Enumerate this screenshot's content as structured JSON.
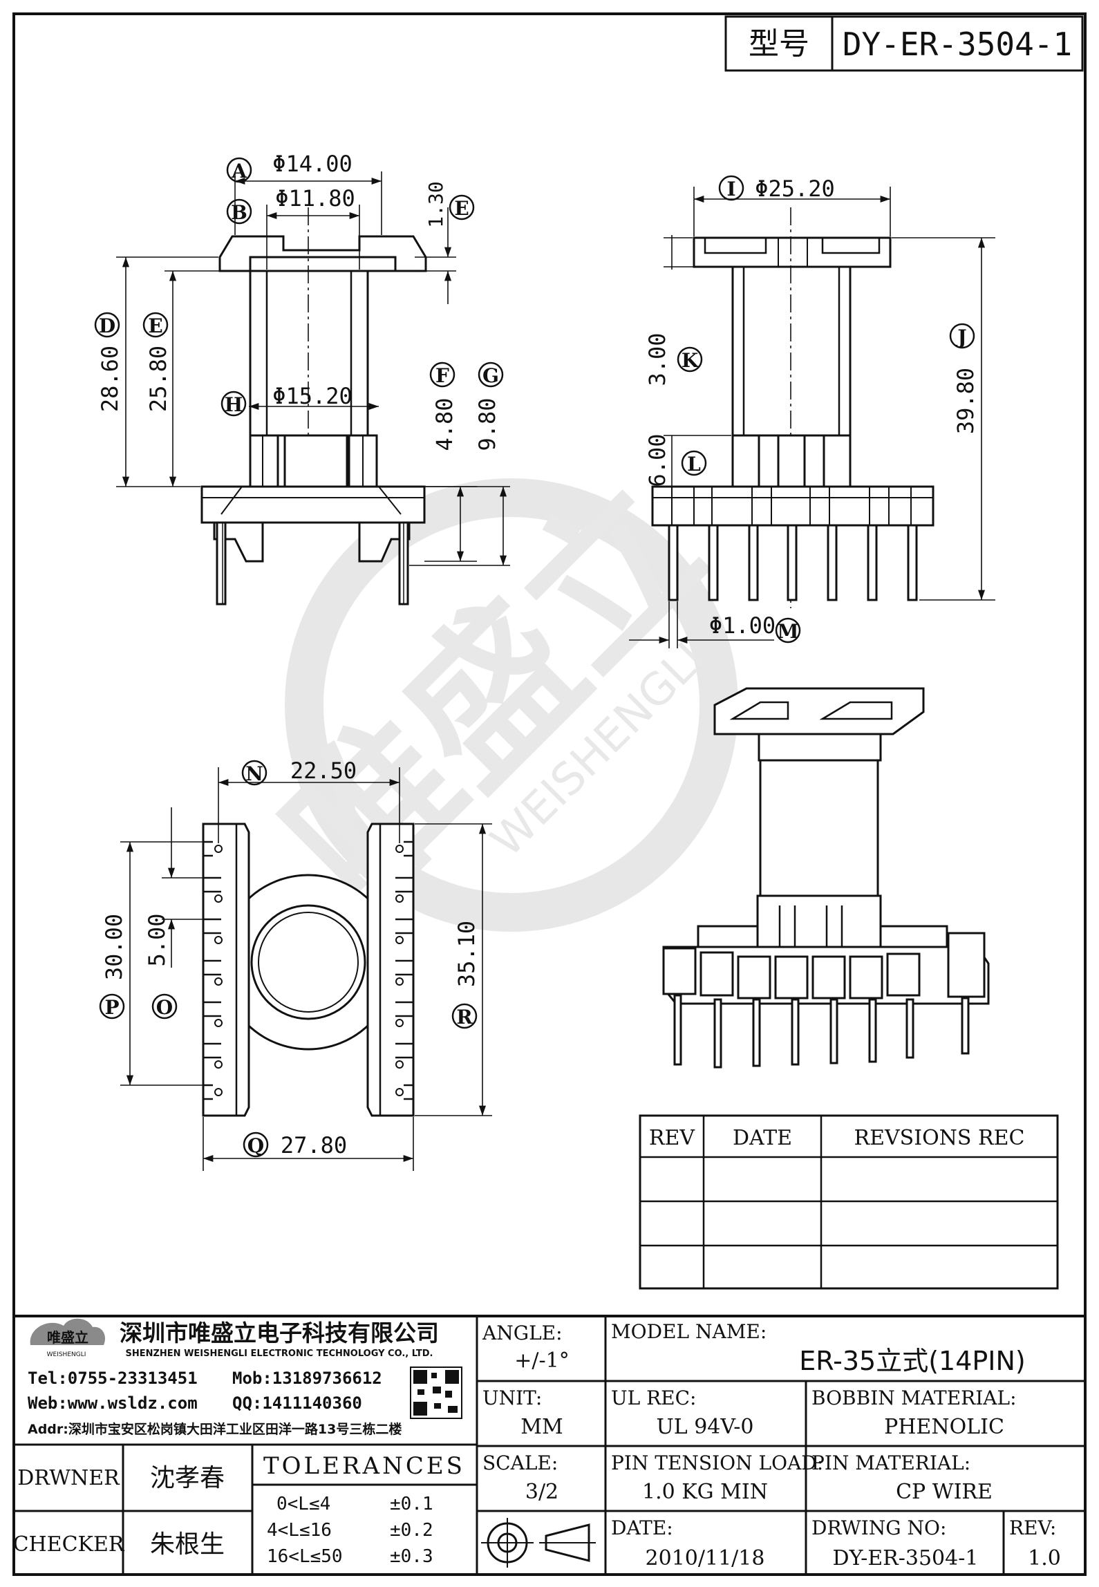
{
  "header": {
    "model_label": "型号",
    "model_value": "DY-ER-3504-1"
  },
  "watermark": {
    "brand": "唯盛立",
    "sub": "WEISHENGLI"
  },
  "front_view": {
    "dims": {
      "A": "Φ14.00",
      "B": "Φ11.80",
      "E_top": "1.30",
      "D": "28.60",
      "E": "25.80",
      "H": "Φ15.20",
      "F": "4.80",
      "G": "9.80"
    },
    "balloons": {
      "A": "A",
      "B": "B",
      "E_top": "E",
      "D": "D",
      "E": "E",
      "H": "H",
      "F": "F",
      "G": "G"
    }
  },
  "side_view": {
    "dims": {
      "I": "Φ25.20",
      "K": "3.00",
      "J": "39.80",
      "L": "6.00",
      "M": "Φ1.00"
    },
    "balloons": {
      "I": "I",
      "K": "K",
      "J": "J",
      "L": "L",
      "M": "M"
    }
  },
  "bottom_view": {
    "dims": {
      "N": "22.50",
      "P": "30.00",
      "O": "5.00",
      "R": "35.10",
      "Q": "27.80"
    },
    "balloons": {
      "N": "N",
      "P": "P",
      "O": "O",
      "R": "R",
      "Q": "Q"
    }
  },
  "revision_table": {
    "headers": [
      "REV",
      "DATE",
      "REVSIONS REC"
    ],
    "rows": [
      [
        "",
        "",
        ""
      ],
      [
        "",
        "",
        ""
      ],
      [
        "",
        "",
        ""
      ]
    ]
  },
  "title_block": {
    "company_cn": "深圳市唯盛立电子科技有限公司",
    "company_en": "SHENZHEN WEISHENGLI ELECTRONIC TECHNOLOGY CO., LTD.",
    "logo_cn": "唯盛立",
    "logo_en": "WEISHENGLI",
    "tel": "Tel:0755-23313451",
    "mob": "Mob:13189736612",
    "web": "Web:www.wsldz.com",
    "qq": "QQ:1411140360",
    "addr": "Addr:深圳市宝安区松岗镇大田洋工业区田洋一路13号三栋二楼",
    "drawer_label": "DRWNER",
    "drawer_name": "沈孝春",
    "checker_label": "CHECKER",
    "checker_name": "朱根生",
    "tolerances_title": "TOLERANCES",
    "tolerances": [
      {
        "range": "0<L≤4",
        "value": "±0.1"
      },
      {
        "range": "4<L≤16",
        "value": "±0.2"
      },
      {
        "range": "16<L≤50",
        "value": "±0.3"
      }
    ],
    "angle_label": "ANGLE:",
    "angle_value": "+/-1°",
    "unit_label": "UNIT:",
    "unit_value": "MM",
    "scale_label": "SCALE:",
    "scale_value": "3/2",
    "model_name_label": "MODEL NAME:",
    "model_name_value": "ER-35立式(14PIN)",
    "ul_label": "UL REC:",
    "ul_value": "UL 94V-0",
    "bobbin_label": "BOBBIN MATERIAL:",
    "bobbin_value": "PHENOLIC",
    "tension_label": "PIN TENSION LOAD:",
    "tension_value": "1.0 KG MIN",
    "pin_mat_label": "PIN MATERIAL:",
    "pin_mat_value": "CP WIRE",
    "date_label": "DATE:",
    "date_value": "2010/11/18",
    "drawing_no_label": "DRWING NO:",
    "drawing_no_value": "DY-ER-3504-1",
    "rev_label": "REV:",
    "rev_value": "1.0"
  }
}
